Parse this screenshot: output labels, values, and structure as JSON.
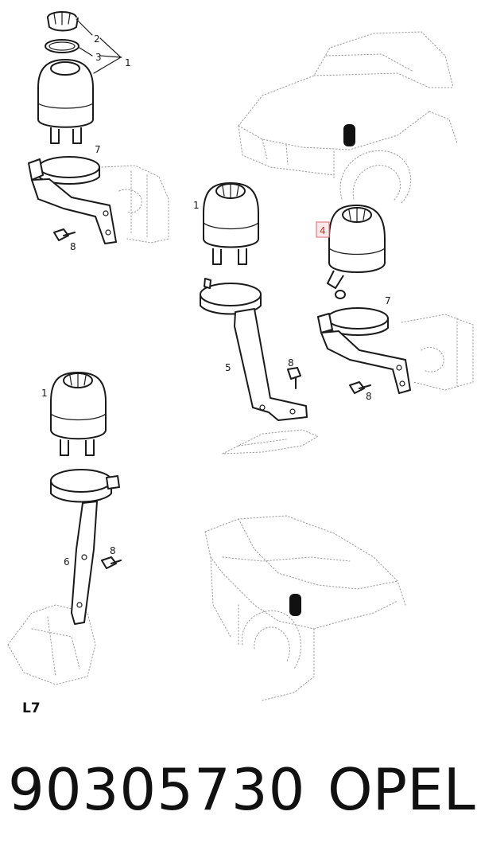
{
  "diagram": {
    "callouts": {
      "cap": "2",
      "seal": "3",
      "reservoir": "1",
      "clamp": "7",
      "bolt": "8",
      "bracket_tall": "5",
      "bracket_long": "6",
      "reservoir_angled": "4"
    },
    "colors": {
      "line": "#1a1a1a",
      "ghost": "#9a9a9a",
      "highlight_border": "#e07a85",
      "highlight_text": "#c0392b"
    }
  },
  "footer": {
    "code": "L7",
    "part_number": "90305730",
    "brand": "OPEL"
  }
}
